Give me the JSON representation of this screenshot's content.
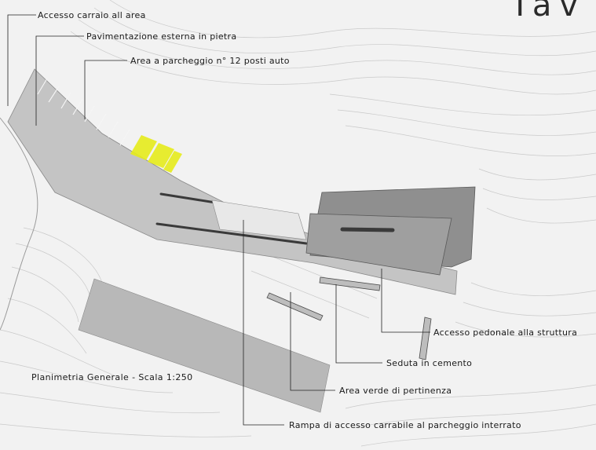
{
  "sheet_title": "Tav I",
  "plan_title": "Planimetria Generale  -  Scala 1:250",
  "annotations": {
    "vehicle_access": "Accesso carraio all area",
    "stone_paving": "Pavimentazione esterna in pietra",
    "parking_area": "Area a parcheggio n° 12 posti auto",
    "pedestrian_access": "Accesso pedonale alla struttura",
    "concrete_seat": "Seduta in cemento",
    "green_area": "Area verde di pertinenza",
    "access_ramp": "Rampa di accesso carrabile al parcheggio interrato"
  },
  "colors": {
    "background": "#f2f2f2",
    "contour": "#c9c9c9",
    "paving": "#c4c4c4",
    "building": "#8f8f8f",
    "parking_highlight": "#e6ec1c",
    "leader": "#222222"
  }
}
